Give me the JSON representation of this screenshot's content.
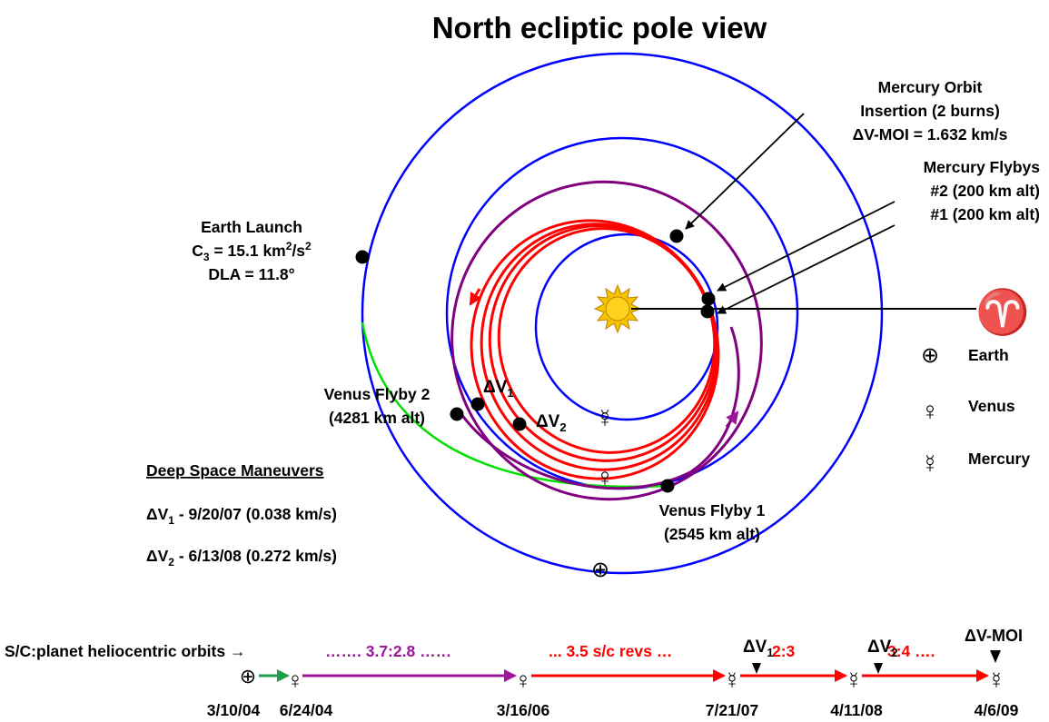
{
  "title": "North ecliptic pole view",
  "labels": {
    "moi": [
      "Mercury Orbit",
      "Insertion (2 burns)",
      "ΔV-MOI = 1.632 km/s"
    ],
    "flybys": [
      "Mercury Flybys",
      "#2 (200 km alt)",
      "#1 (200 km alt)"
    ],
    "earth_launch": [
      "Earth Launch",
      "C3 = 15.1 km2/s2",
      "DLA = 11.8°"
    ],
    "venus_flyby_2": [
      "Venus Flyby 2",
      "(4281 km alt)"
    ],
    "venus_flyby_1": [
      "Venus Flyby 1",
      "(2545 km alt)"
    ],
    "dv1": "ΔV1",
    "dv2": "ΔV2",
    "dsm_header": "Deep Space Maneuvers",
    "dsm_1": "ΔV1 - 9/20/07 (0.038 km/s)",
    "dsm_2": "ΔV2 - 6/13/08 (0.272 km/s)",
    "aries_symbol": "♈"
  },
  "legend": [
    {
      "symbol": "⊕",
      "label": "Earth"
    },
    {
      "symbol": "♀",
      "label": "Venus"
    },
    {
      "symbol": "☿",
      "label": "Mercury"
    }
  ],
  "timeline": {
    "heading": "S/C:planet heliocentric orbits →",
    "segments": [
      "……. 3.7:2.8 ……",
      "... 3.5 s/c revs …",
      "2:3",
      "3:4 …."
    ],
    "dates": [
      "3/10/04",
      "6/24/04",
      "3/16/06",
      "7/21/07",
      "4/11/08",
      "4/6/09"
    ],
    "markers": [
      "ΔV1",
      "ΔV2",
      "ΔV-MOI"
    ]
  },
  "colors": {
    "planet_orbit": "#0000ff",
    "trajectory": "#ff0000",
    "transfer": "#800080",
    "earth_venus_leg": "#00e000",
    "sun": "#f0b400"
  }
}
